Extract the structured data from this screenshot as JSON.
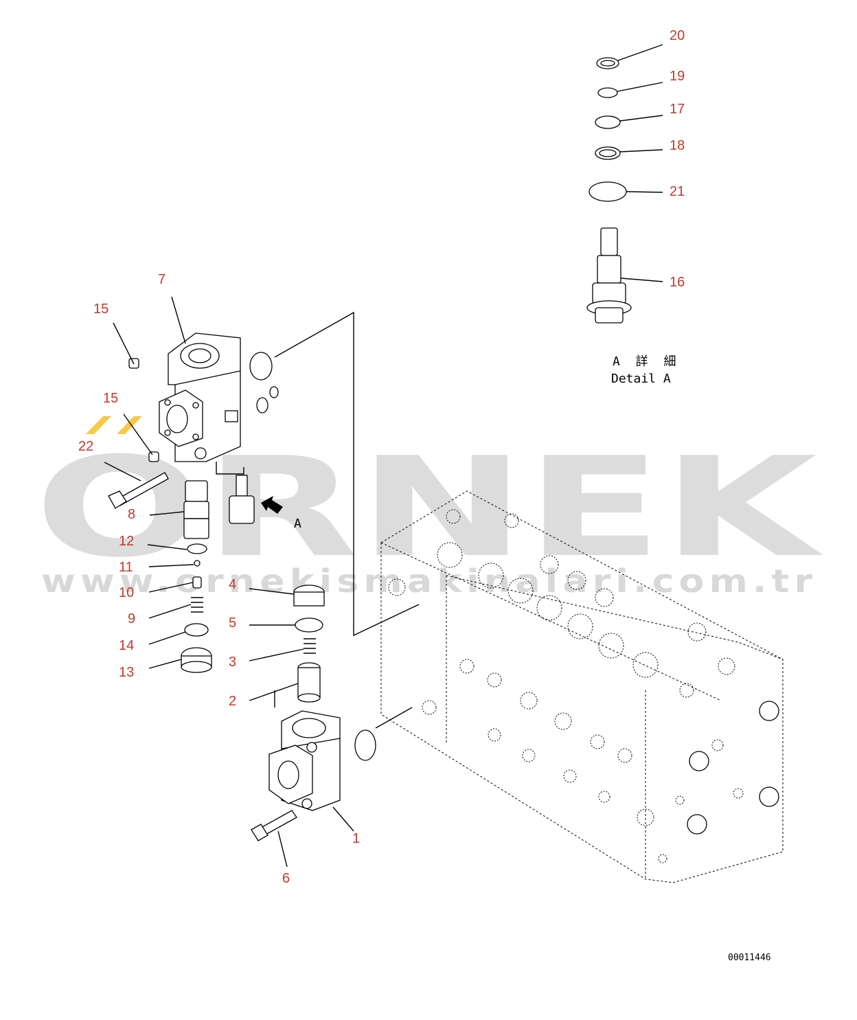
{
  "watermark": {
    "brand": "ORNEK",
    "url": "www.ornekismakinalari.com.tr",
    "accent_color": "#f7c948"
  },
  "detail": {
    "title_jp": "A 詳 細",
    "title_en": "Detail A",
    "arrow_label": "A"
  },
  "drawing_code": "00011446",
  "callouts": [
    "1",
    "2",
    "3",
    "4",
    "5",
    "6",
    "7",
    "8",
    "9",
    "10",
    "11",
    "12",
    "13",
    "14",
    "15",
    "15",
    "16",
    "17",
    "18",
    "19",
    "20",
    "21",
    "22"
  ],
  "colors": {
    "callout": "#c0392b",
    "line": "#000000"
  }
}
